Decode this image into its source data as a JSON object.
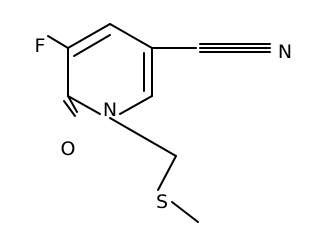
{
  "molecule": {
    "atoms": {
      "fluorine": "F",
      "ring_nitrogen": "N",
      "nitrile_nitrogen": "N",
      "carbonyl_oxygen": "O",
      "sulfur": "S"
    }
  },
  "colors": {
    "bond": "#000000",
    "label": "#000000",
    "background": "#ffffff"
  }
}
